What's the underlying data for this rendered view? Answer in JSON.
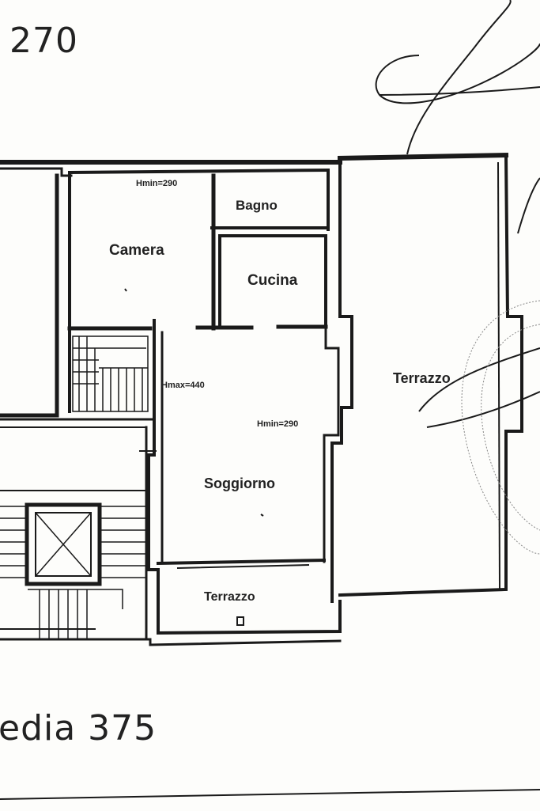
{
  "header": {
    "number": "270"
  },
  "footer": {
    "text": "edia 375"
  },
  "rooms": {
    "camera": "Camera",
    "bagno": "Bagno",
    "cucina": "Cucina",
    "soggiorno": "Soggiorno",
    "terrazzo_large": "Terrazzo",
    "terrazzo_small": "Terrazzo"
  },
  "dimensions": {
    "hmin_camera": "Hmin=290",
    "hmax_soggiorno": "Hmax=440",
    "hmin_soggiorno": "Hmin=290"
  },
  "colors": {
    "wall": "#1a1a1a",
    "paper": "#fdfdfb",
    "ink": "#222222"
  }
}
